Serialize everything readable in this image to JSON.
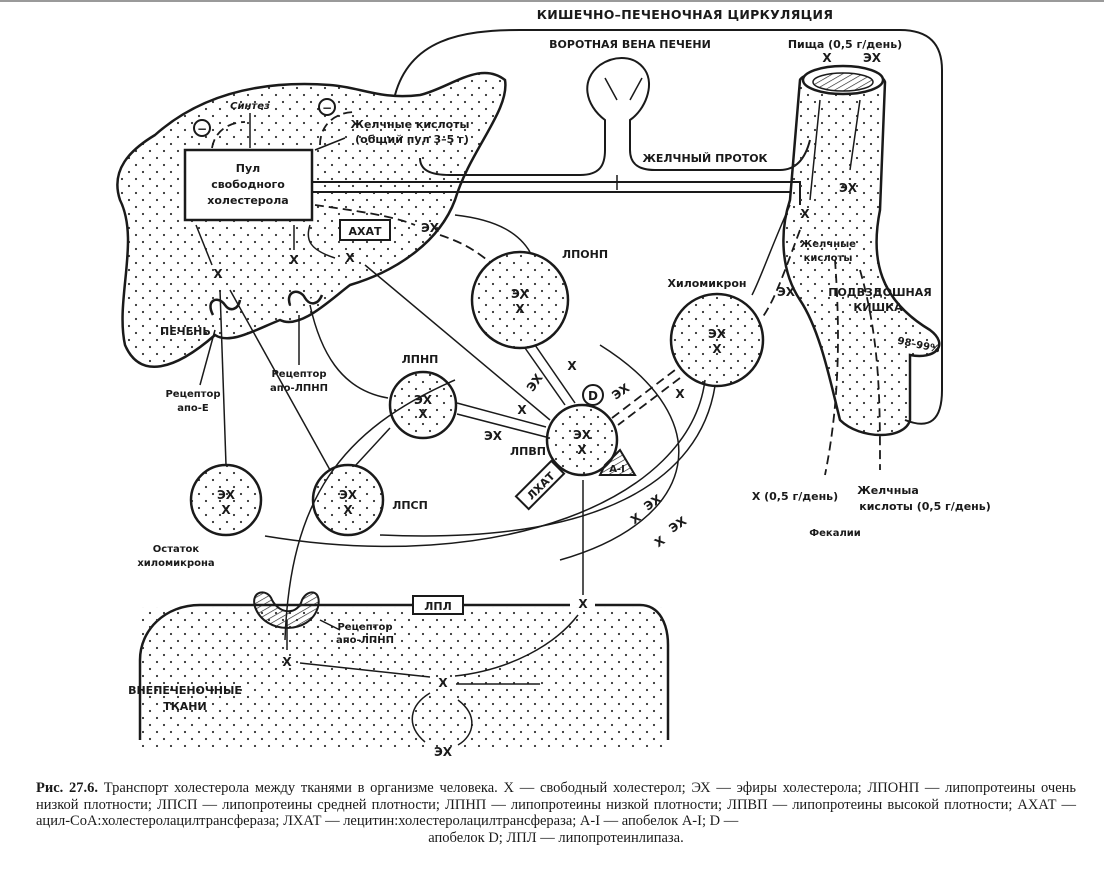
{
  "figure": {
    "title_top": "КИШЕЧНО–ПЕЧЕНОЧНАЯ ЦИРКУЛЯЦИЯ",
    "portal_vein": "ВОРОТНАЯ ВЕНА ПЕЧЕНИ",
    "food": "Пища (0,5 г/день)",
    "bile_duct": "ЖЕЛЧНЫЙ ПРОТОК",
    "synthesis": "Синтез",
    "inhibit": "−",
    "bile_acids_liver_1": "Желчные кислоты",
    "bile_acids_liver_2": "(общий пул 3–5 г)",
    "pool_1": "Пул",
    "pool_2": "свободного",
    "pool_3": "холестерола",
    "acat": "АХАТ",
    "liver": "ПЕЧЕНЬ",
    "receptor_apoe_1": "Рецептор",
    "receptor_apoe_2": "апо-Е",
    "receptor_ldl_1": "Рецептор",
    "receptor_ldl_2": "апо-ЛПНП",
    "vldl": "ЛПОНП",
    "ldl": "ЛПНП",
    "idl": "ЛПСП",
    "hdl": "ЛПВП",
    "lcat": "ЛХАТ",
    "apo_d": "D",
    "apo_a1": "A-I",
    "chylomicron": "Хиломикрон",
    "chylo_remnant_1": "Остаток",
    "chylo_remnant_2": "хиломикрона",
    "intestine_bile_acids_1": "Желчные",
    "intestine_bile_acids_2": "кислоты",
    "ileum_1": "ПОДВЗДОШНАЯ",
    "ileum_2": "КИШКА",
    "reabsorption": "98–99%",
    "fecal_x": "X (0,5 г/день)",
    "fecal_bile_1": "Желчныа",
    "fecal_bile_2": "кислоты (0,5 г/день)",
    "feces": "Фекалии",
    "lpl": "ЛПЛ",
    "receptor_tissue_1": "Рецептор",
    "receptor_tissue_2": "апо-ЛПНП",
    "extrahepatic_1": "ВНЕПЕЧЕНОЧНЫЕ",
    "extrahepatic_2": "ТКАНИ",
    "sym_x": "X",
    "sym_ex": "ЭХ"
  },
  "caption": {
    "fig_label": "Рис. 27.6.",
    "text": "Транспорт холестерола между тканями в организме человека. X — свободный холестерол; ЭХ — эфиры холестерола; ЛПОНП — липопротеины очень низкой плотности; ЛПСП — липопротеины средней плотности; ЛПНП — липопротеины низкой плотности; ЛПВП — липопротеины высокой плотности; АХАТ — ацил-СоА:холестеролацилтрансфераза; ЛХАТ — лецитин:холестеролацилтрансфераза; A-I — апобелок A-I; D —",
    "last_line": "апобелок D; ЛПЛ — липопротеинлипаза."
  }
}
